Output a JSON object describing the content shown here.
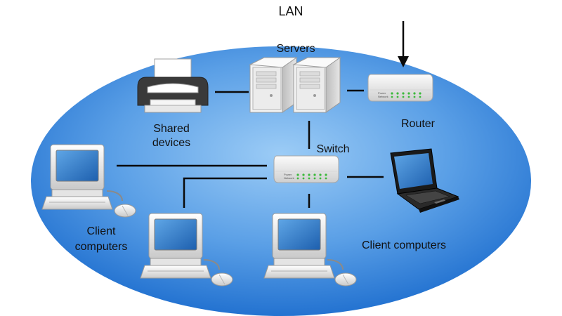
{
  "title": "LAN",
  "labels": {
    "servers": "Servers",
    "router": "Router",
    "shared_devices_line1": "Shared",
    "shared_devices_line2": "devices",
    "switch": "Switch",
    "client_left_line1": "Client",
    "client_left_line2": "computers",
    "client_right": "Client computers"
  },
  "hub_panel": {
    "line1": "Power",
    "line2": "Network"
  },
  "colors": {
    "ellipse_center": "#8cc2f4",
    "ellipse_edge": "#1f6fcf",
    "connector": "#0a0a0a",
    "screen": "#2f78c8"
  },
  "icons": [
    "printer-icon",
    "server-icon",
    "router-icon",
    "switch-icon",
    "desktop-computer-icon",
    "laptop-icon",
    "mouse-icon"
  ]
}
